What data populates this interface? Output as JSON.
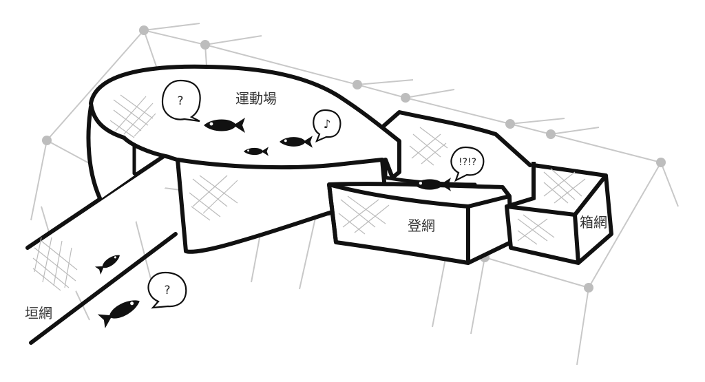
{
  "labels": {
    "playground": "運動場",
    "landing_net": "登網",
    "box_net": "箱網",
    "fence_net": "垣網"
  },
  "bubbles": {
    "playground_question": "?",
    "playground_music": "♪",
    "landing_surprise": "!?!?",
    "fence_question": "?"
  },
  "colors": {
    "outline": "#111111",
    "grid_line": "#c8c8c8",
    "grid_node": "#bdbdbd",
    "mesh": "#bbbbbb",
    "fish": "#111111"
  }
}
